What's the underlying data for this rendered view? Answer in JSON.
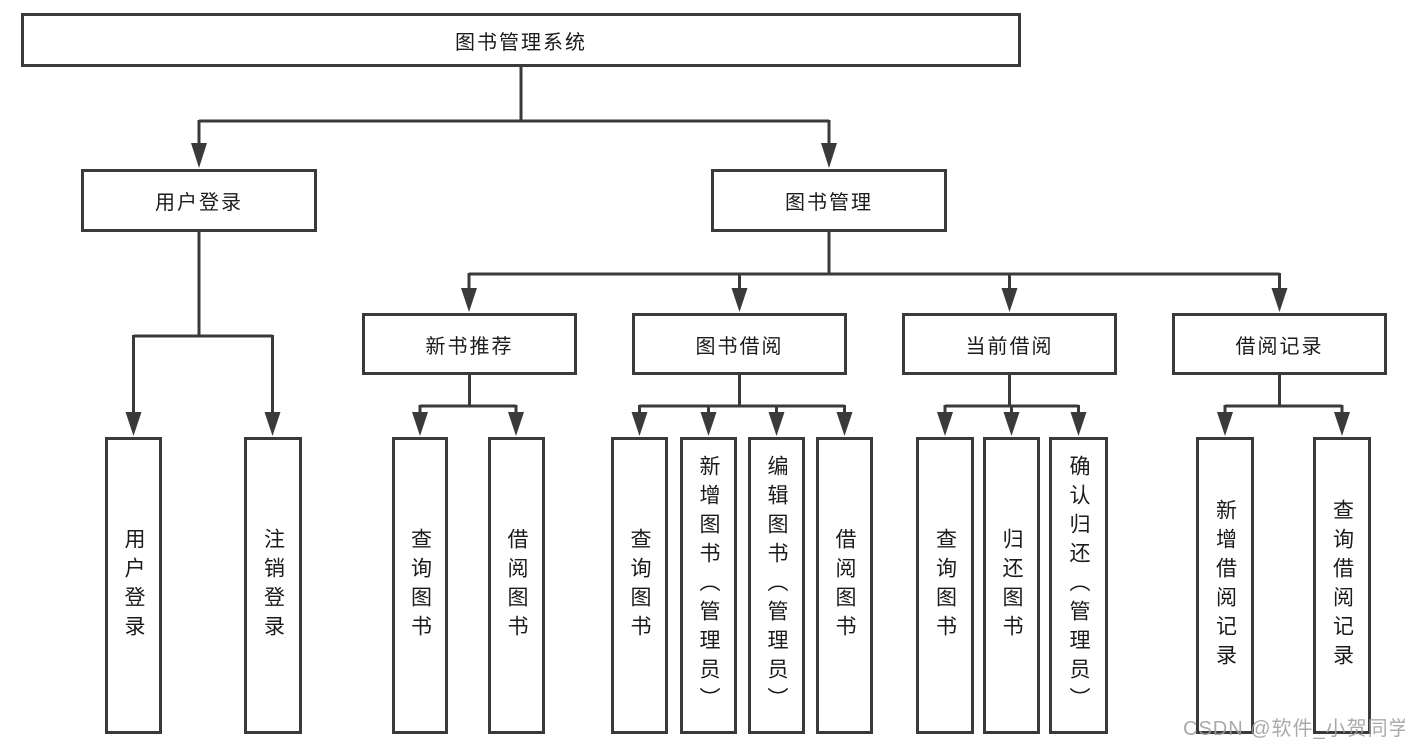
{
  "diagram": {
    "title": "图书管理系统",
    "type": "functional-structure-tree",
    "colors": {
      "line": "#3a3a3a",
      "box_border": "#3a3a3a",
      "text": "#1b1b1b",
      "background": "#ffffff",
      "watermark": "#9e9e9e"
    }
  },
  "nodes": {
    "root": "图书管理系统",
    "user_login": "用户登录",
    "book_management": "图书管理",
    "login_leaf": "用户登录",
    "logout_leaf": "注销登录",
    "new_book_recommend": "新书推荐",
    "book_borrowing": "图书借阅",
    "current_borrowing": "当前借阅",
    "borrowing_records": "借阅记录",
    "nbr_query_books": "查询图书",
    "nbr_borrow_books": "借阅图书",
    "bb_query_books": "查询图书",
    "bb_add_books_admin": "新增图书（管理员）",
    "bb_edit_books_admin": "编辑图书（管理员）",
    "bb_borrow_books": "借阅图书",
    "cb_query_books": "查询图书",
    "cb_return_books": "归还图书",
    "cb_confirm_return_admin": "确认归还（管理员）",
    "br_add_record": "新增借阅记录",
    "br_query_record": "查询借阅记录"
  },
  "tree": {
    "label": "图书管理系统",
    "children": [
      {
        "label": "用户登录",
        "children": [
          {
            "label": "用户登录"
          },
          {
            "label": "注销登录"
          }
        ]
      },
      {
        "label": "图书管理",
        "children": [
          {
            "label": "新书推荐",
            "children": [
              {
                "label": "查询图书"
              },
              {
                "label": "借阅图书"
              }
            ]
          },
          {
            "label": "图书借阅",
            "children": [
              {
                "label": "查询图书"
              },
              {
                "label": "新增图书（管理员）"
              },
              {
                "label": "编辑图书（管理员）"
              },
              {
                "label": "借阅图书"
              }
            ]
          },
          {
            "label": "当前借阅",
            "children": [
              {
                "label": "查询图书"
              },
              {
                "label": "归还图书"
              },
              {
                "label": "确认归还（管理员）"
              }
            ]
          },
          {
            "label": "借阅记录",
            "children": [
              {
                "label": "新增借阅记录"
              },
              {
                "label": "查询借阅记录"
              }
            ]
          }
        ]
      }
    ]
  },
  "watermark": "CSDN @软件_小贺同学"
}
